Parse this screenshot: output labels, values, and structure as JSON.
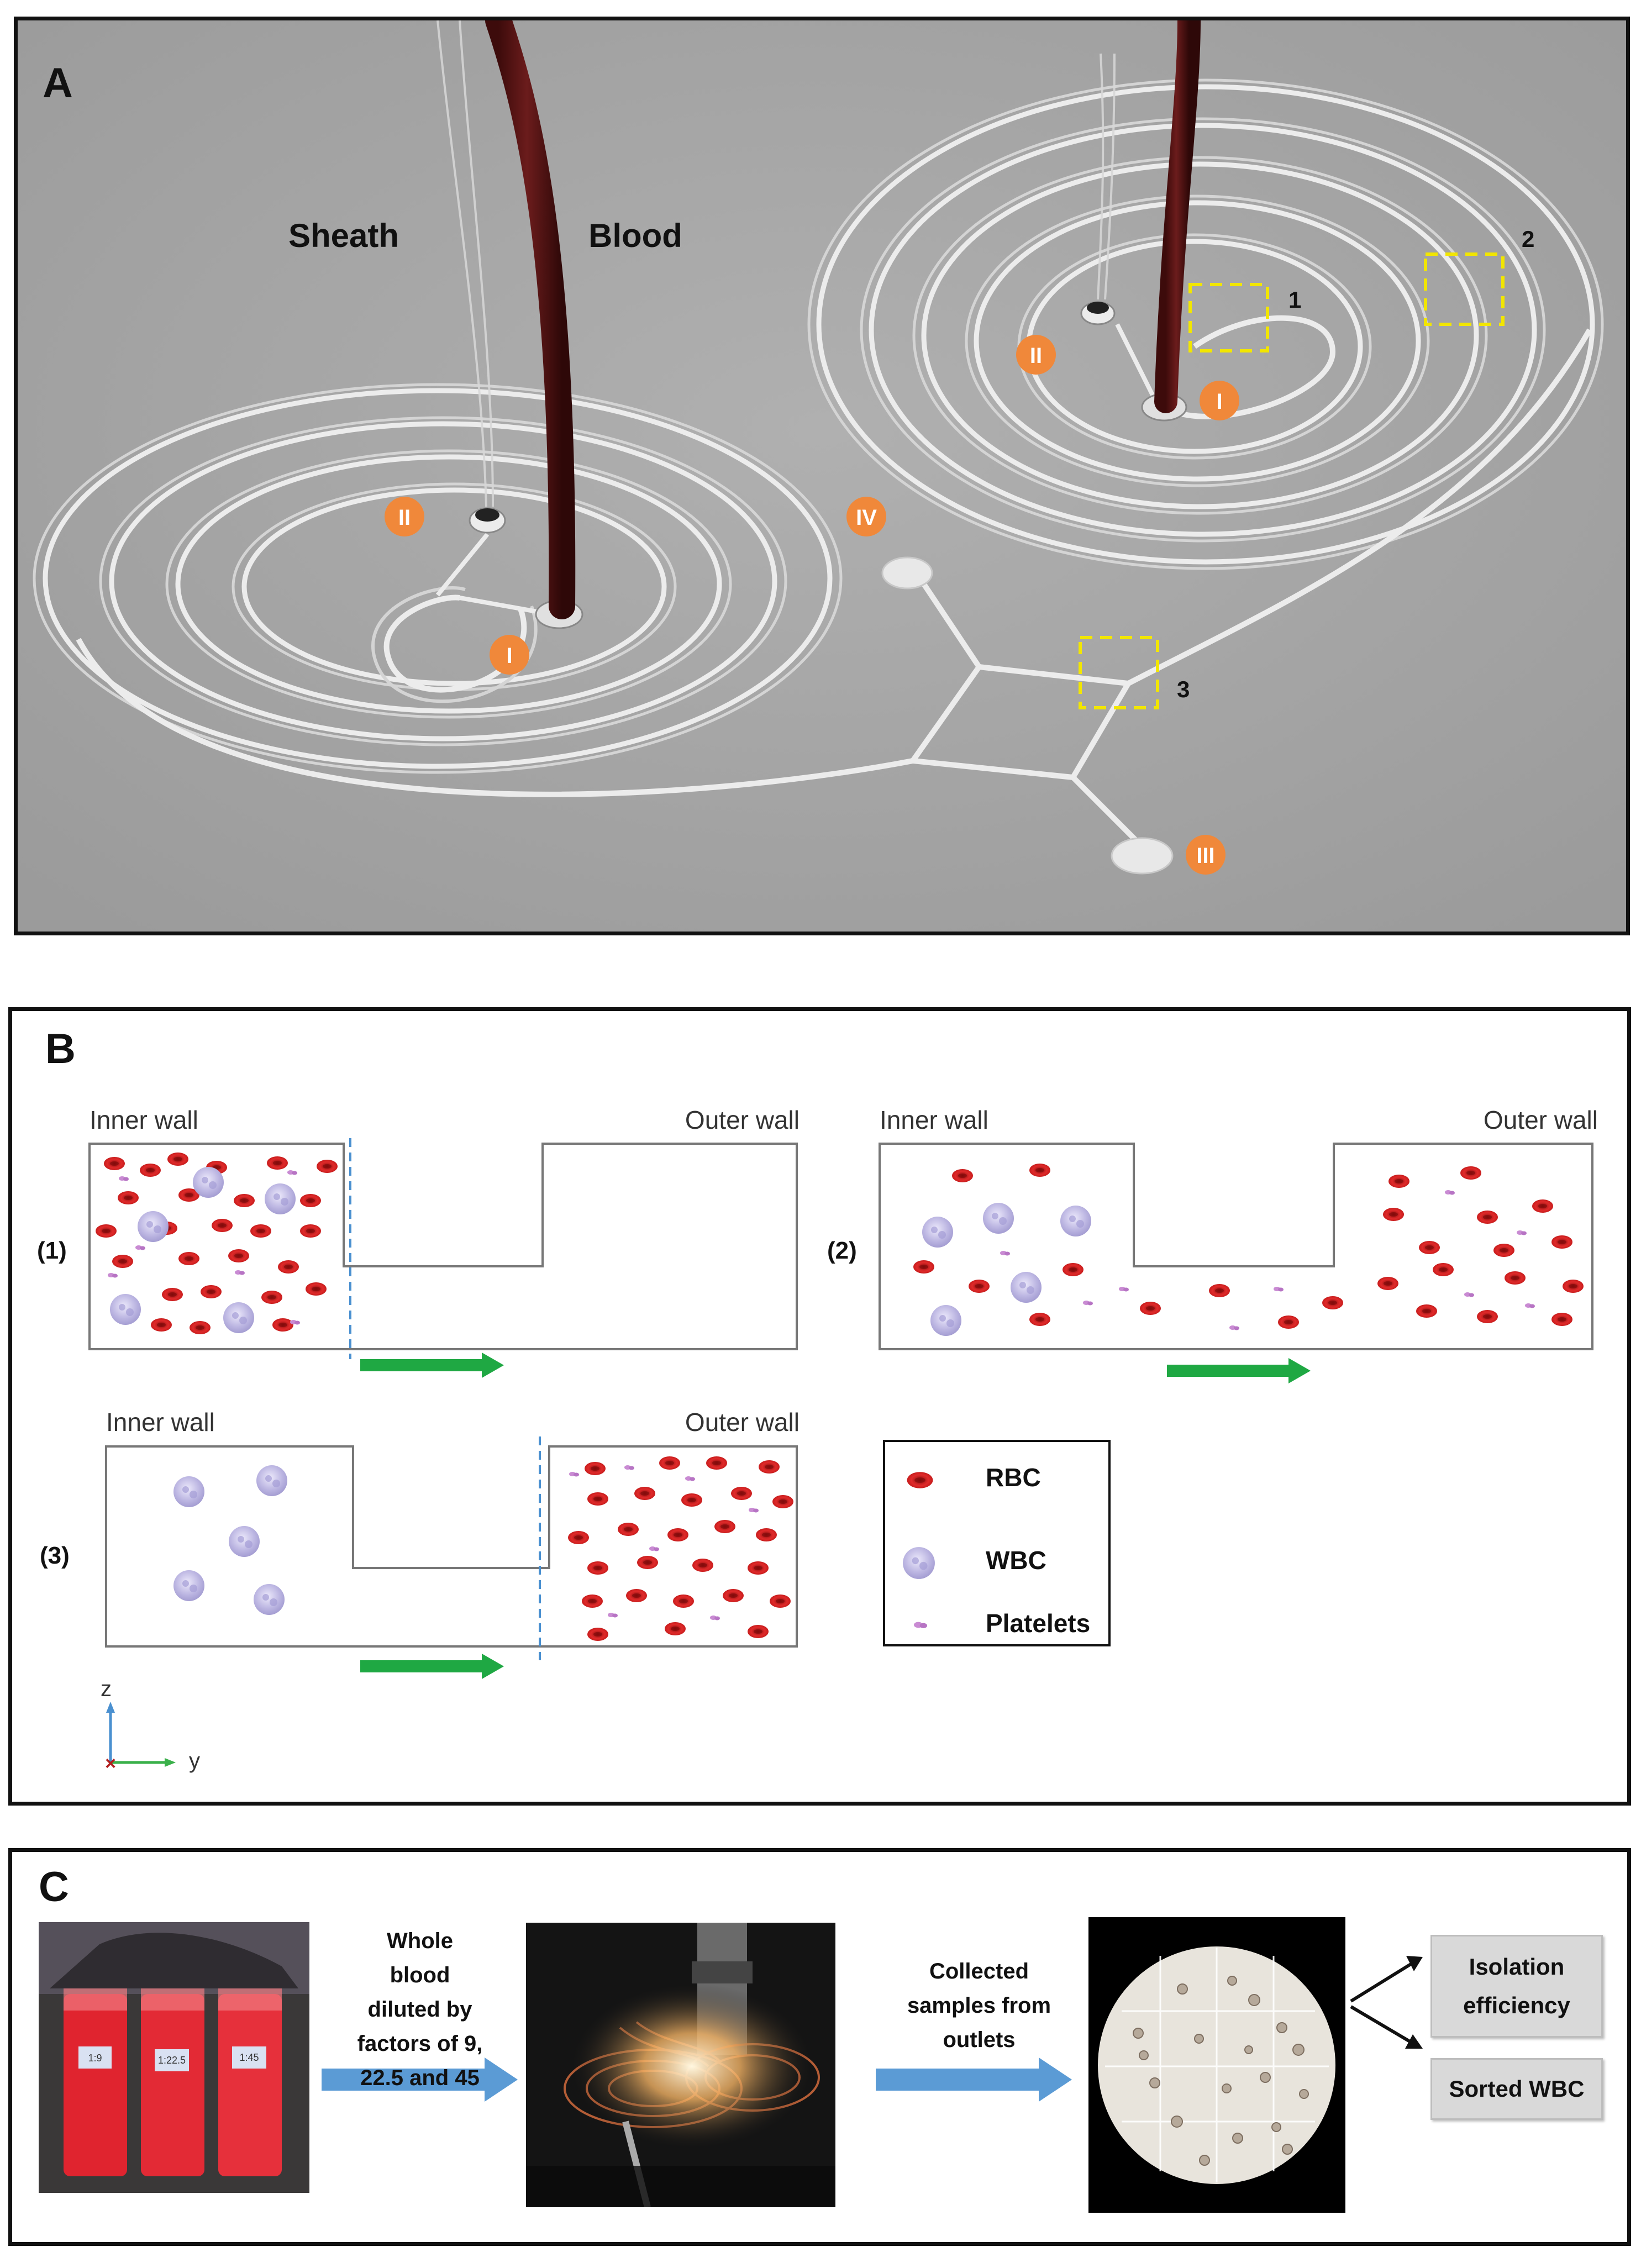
{
  "panel_a": {
    "label": "A",
    "sheath_label": "Sheath",
    "blood_label": "Blood",
    "markers": [
      "I",
      "II",
      "III",
      "IV",
      "I",
      "II"
    ],
    "roi_labels": [
      "1",
      "2",
      "3"
    ],
    "colors": {
      "background": "#a4a4a4",
      "channel": "#e6e6e6",
      "tube": "#5a1414",
      "marker": "#f0883a",
      "roi": "#f2e600"
    }
  },
  "panel_b": {
    "label": "B",
    "sections": [
      {
        "id": "(1)",
        "inner": "Inner wall",
        "outer": "Outer wall"
      },
      {
        "id": "(2)",
        "inner": "Inner wall",
        "outer": "Outer wall"
      },
      {
        "id": "(3)",
        "inner": "Inner wall",
        "outer": "Outer wall"
      }
    ],
    "legend": {
      "rbc": "RBC",
      "wbc": "WBC",
      "platelets": "Platelets"
    },
    "axes": {
      "z": "z",
      "y": "y"
    },
    "colors": {
      "rbc": "#d42020",
      "wbc": "#b8b3de",
      "platelet": "#c98bd3",
      "flow_arrow": "#1fa843",
      "divider": "#4a90d0"
    }
  },
  "panel_c": {
    "label": "C",
    "step1_text": [
      "Whole",
      "blood",
      "diluted by",
      "factors of 9,",
      "22.5 and 45"
    ],
    "step2_text": [
      "Collected",
      "samples from",
      "outlets"
    ],
    "outputs": [
      "Isolation efficiency",
      "Sorted WBC"
    ],
    "tube_labels": [
      "1:9",
      "1:22.5",
      "1:45"
    ],
    "colors": {
      "arrow": "#5b9bd5"
    }
  }
}
